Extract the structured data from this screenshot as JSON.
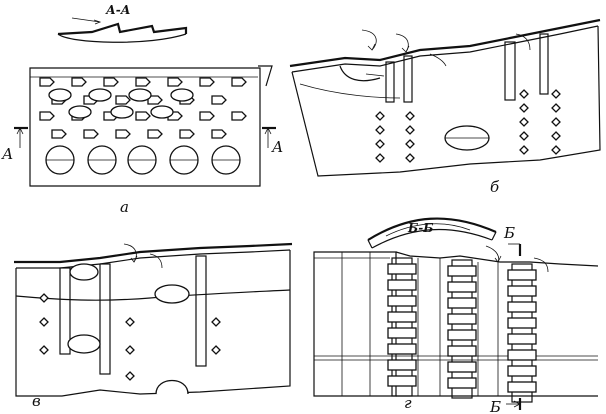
{
  "panels": {
    "a": {
      "caption": "а",
      "section_title": "А-А",
      "cut_left": "А",
      "cut_right": "А"
    },
    "b": {
      "caption": "б"
    },
    "v": {
      "caption": "в"
    },
    "g": {
      "caption": "г",
      "section_title": "Б-Б",
      "cut_top": "Б",
      "cut_bottom": "Б"
    }
  }
}
